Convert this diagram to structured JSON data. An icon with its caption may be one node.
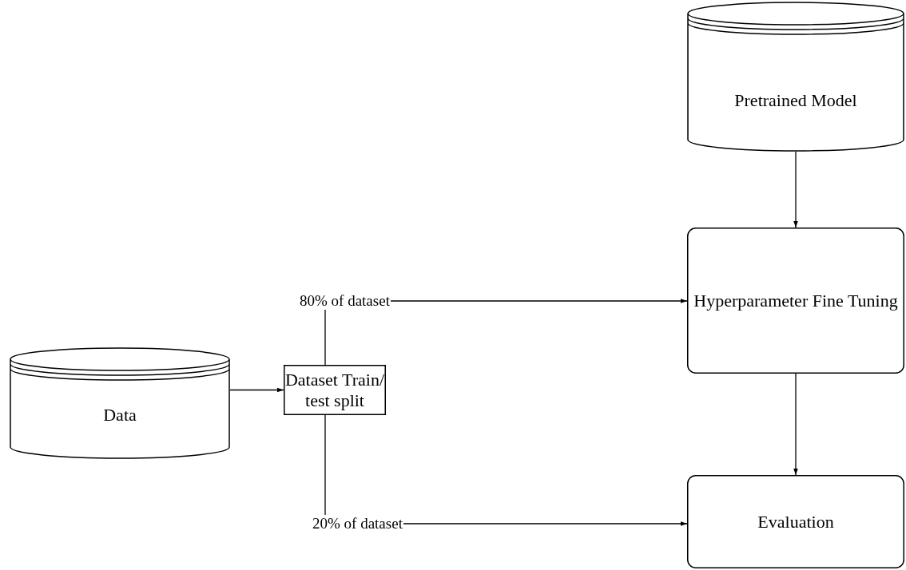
{
  "diagram": {
    "nodes": [
      {
        "text": [
          "Pretrained Model"
        ]
      },
      {
        "text": [
          "Hyperparameter Fine Tuning"
        ]
      },
      {
        "text": [
          "Data"
        ]
      },
      {
        "text": [
          "Dataset Train/ test split"
        ]
      },
      {
        "text": [
          "80% of dataset"
        ]
      },
      {
        "text": [
          "20% of dataset"
        ]
      },
      {
        "text": [
          "Evaluation"
        ]
      }
    ],
    "edges": [
      {
        "from": 0,
        "to": 1,
        "arrow": "to"
      },
      {
        "from": 2,
        "to": 3,
        "arrow": "to"
      },
      {
        "from": 3,
        "to": 4,
        "arrow": "none"
      },
      {
        "from": 4,
        "to": 1,
        "arrow": "to"
      },
      {
        "from": 3,
        "to": 5,
        "arrow": "none"
      },
      {
        "from": 5,
        "to": 6,
        "arrow": "to"
      },
      {
        "from": 1,
        "to": 6,
        "arrow": "to"
      }
    ]
  }
}
